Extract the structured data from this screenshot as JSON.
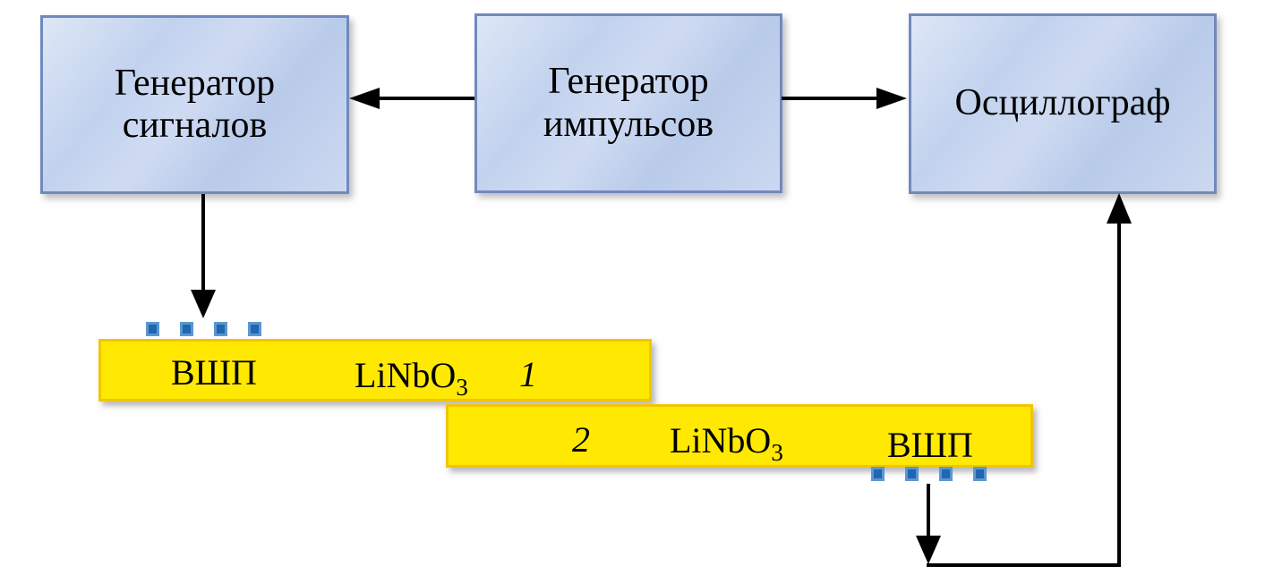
{
  "blocks": {
    "signal_generator": {
      "line1": "Генератор",
      "line2": "сигналов"
    },
    "pulse_generator": {
      "line1": "Генератор",
      "line2": "импульсов"
    },
    "oscilloscope": {
      "label": "Осциллограф"
    }
  },
  "delay_line_1": {
    "idt": "ВШП",
    "material": "LiNbO",
    "material_subscript": "3",
    "index": "1"
  },
  "delay_line_2": {
    "index": "2",
    "material": "LiNbO",
    "material_subscript": "3",
    "idt": "ВШП"
  },
  "idt_finger_count": 4,
  "colors": {
    "block_fill_light": "#dde7f6",
    "block_fill_dark": "#b9cbea",
    "block_border": "#7289be",
    "substrate_fill": "#ffe903",
    "substrate_border": "#f2c500",
    "idt_fill": "#2066b0",
    "idt_border": "#5b96d2",
    "arrow": "#000000",
    "background": "#ffffff"
  }
}
